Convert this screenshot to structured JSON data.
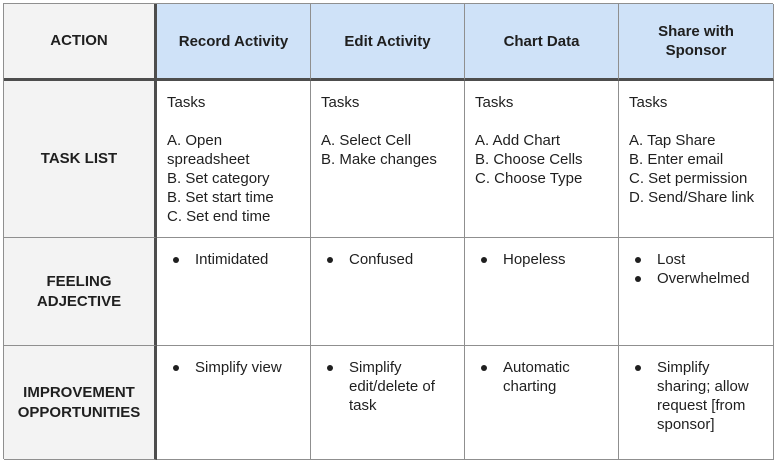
{
  "header": {
    "action_label": "ACTION",
    "columns": [
      "Record Activity",
      "Edit Activity",
      "Chart Data",
      "Share with Sponsor"
    ]
  },
  "rows": {
    "task_list": {
      "label": "TASK LIST",
      "cells": [
        {
          "title": "Tasks",
          "items": [
            "A. Open spreadsheet",
            "B. Set category",
            "B. Set start time",
            "C. Set end time"
          ]
        },
        {
          "title": "Tasks",
          "items": [
            "A. Select Cell",
            "B. Make changes"
          ]
        },
        {
          "title": "Tasks",
          "items": [
            "A. Add Chart",
            "B. Choose Cells",
            "C. Choose Type"
          ]
        },
        {
          "title": "Tasks",
          "items": [
            "A. Tap Share",
            "B. Enter email",
            "C. Set permission",
            "D. Send/Share link"
          ]
        }
      ]
    },
    "feeling": {
      "label": "FEELING ADJECTIVE",
      "cells": [
        [
          "Intimidated"
        ],
        [
          "Confused"
        ],
        [
          "Hopeless"
        ],
        [
          "Lost",
          "Overwhelmed"
        ]
      ]
    },
    "improvement": {
      "label": "IMPROVEMENT OPPORTUNITIES",
      "cells": [
        [
          "Simplify view"
        ],
        [
          "Simplify edit/delete of task"
        ],
        [
          "Automatic charting"
        ],
        [
          "Simplify sharing; allow request [from sponsor]"
        ]
      ]
    }
  }
}
